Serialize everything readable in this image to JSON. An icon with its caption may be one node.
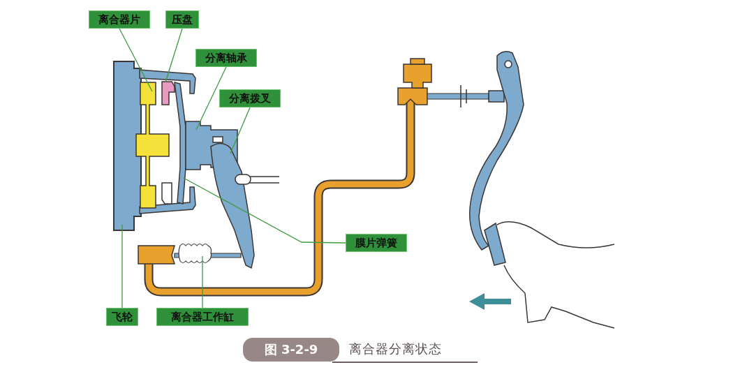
{
  "diagram": {
    "caption": "离合器分离状态",
    "nodes": [
      {
        "text": [
          "离合器片"
        ]
      },
      {
        "text": [
          "压盘"
        ]
      },
      {
        "text": [
          "分离轴承"
        ]
      },
      {
        "text": [
          "分离拨叉"
        ]
      },
      {
        "text": [
          "膜片弹簧"
        ]
      },
      {
        "text": [
          "飞轮"
        ]
      },
      {
        "text": [
          "离合器工作缸"
        ]
      }
    ],
    "edges": [
      {
        "from": 0,
        "to": null,
        "arrow": "none"
      },
      {
        "from": 1,
        "to": null,
        "arrow": "none"
      },
      {
        "from": 2,
        "to": null,
        "arrow": "none"
      },
      {
        "from": 3,
        "to": null,
        "arrow": "none"
      },
      {
        "from": 4,
        "to": null,
        "arrow": "none"
      },
      {
        "from": 5,
        "to": null,
        "arrow": "none"
      },
      {
        "from": 6,
        "to": null,
        "arrow": "none"
      }
    ],
    "labels": [
      "图 3-2-9"
    ]
  }
}
